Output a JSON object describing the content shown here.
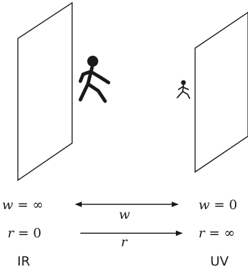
{
  "left_block": {
    "w_eq_label": "w",
    "w_eq_value": "= ∞",
    "r_eq_label": "r",
    "r_eq_value": "= 0",
    "caption": "IR"
  },
  "right_block": {
    "w_eq_label": "w",
    "w_eq_value": "= 0",
    "r_eq_label": "r",
    "r_eq_value": "= ∞",
    "caption": "UV"
  },
  "arrows": {
    "w_arrow_label": "w",
    "r_arrow_label": "r"
  }
}
